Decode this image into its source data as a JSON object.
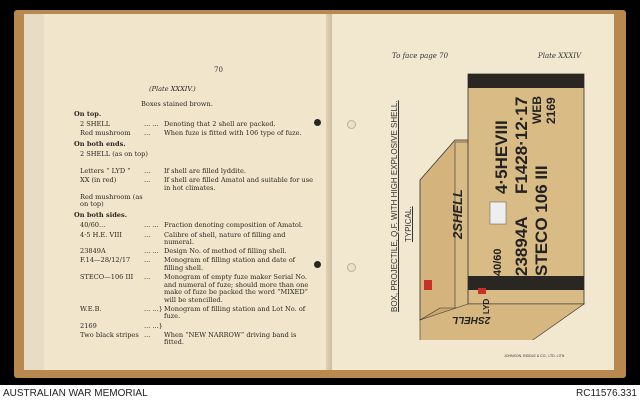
{
  "left_page": {
    "page_number": "70",
    "plate_ref": "(Plate XXXIV.)",
    "intro": "Boxes stained brown.",
    "sections": [
      {
        "heading": "On top.",
        "rows": [
          {
            "key": "2 SHELL",
            "dots": "...      ...",
            "desc": "Denoting that 2 shell are packed."
          },
          {
            "key": "Red mushroom",
            "dots": "...",
            "desc": "When fuze is fitted with 106 type of fuze."
          }
        ]
      },
      {
        "heading": "On both ends.",
        "rows": [
          {
            "key": "2 SHELL (as on top)",
            "dots": "",
            "desc": ""
          },
          {
            "key": "Letters “ LYD ”",
            "dots": "...",
            "desc": "If shell are filled lyddite."
          },
          {
            "key": "XX (in red)",
            "dots": "...",
            "desc": "If shell are filled Amatol and suitable for use in hot climates."
          },
          {
            "key": "Red mushroom (as on top)",
            "dots": "",
            "desc": ""
          }
        ]
      },
      {
        "heading": "On both sides.",
        "rows": [
          {
            "key": "40/60...",
            "dots": "...      ...",
            "desc": "Fraction denoting composition of Amatol."
          },
          {
            "key": "4·5 H.E. VIII",
            "dots": "...",
            "desc": "Calibre of shell, nature of filling and numeral."
          },
          {
            "key": "23849A",
            "dots": "...      ...",
            "desc": "Design No. of method of filling shell."
          },
          {
            "key": "F.14—28/12/17",
            "dots": "...",
            "desc": "Monogram of filling station and date of filling shell."
          },
          {
            "key": "STECO—106 III",
            "dots": "...",
            "desc": "Monogram of empty fuze maker Serial No. and numeral of fuze; should more than one make of fuze be packed the word “MIXED” will be stencilled."
          },
          {
            "key": "W.E.B.",
            "dots": "...      ...}",
            "desc": "Monogram of filling station and Lot No. of fuze."
          },
          {
            "key": "2169",
            "dots": "...      ...}",
            "desc": ""
          },
          {
            "key": "Two black stripes",
            "dots": "...",
            "desc": "When “NEW NARROW” driving band is fitted."
          }
        ]
      }
    ]
  },
  "right_page": {
    "facing": "To face page 70",
    "plate": "Plate XXXIV",
    "caption_line1": "BOX, PROJECTILE, Q.F. WITH HIGH EXPLOSIVE SHELL.",
    "caption_line2": "TYPICAL.",
    "box_markings": {
      "top": "2SHELL",
      "end": "2SHELL",
      "line1": "4·5HEVIII",
      "line2": "F1428·12·17",
      "line3": "WEB",
      "line4": "2169",
      "line5": "40/60",
      "line6": "23894A",
      "line7": "STECO 106 III",
      "end_letters": "LYD"
    },
    "printer": "JOHNSON, RIDDLE & CO., LTD. LITH."
  },
  "footer": {
    "left": "AUSTRALIAN WAR MEMORIAL",
    "right": "RC11576.331"
  },
  "colors": {
    "box": "#d9bb86",
    "stripe": "#2a2622",
    "red": "#c8302a"
  }
}
